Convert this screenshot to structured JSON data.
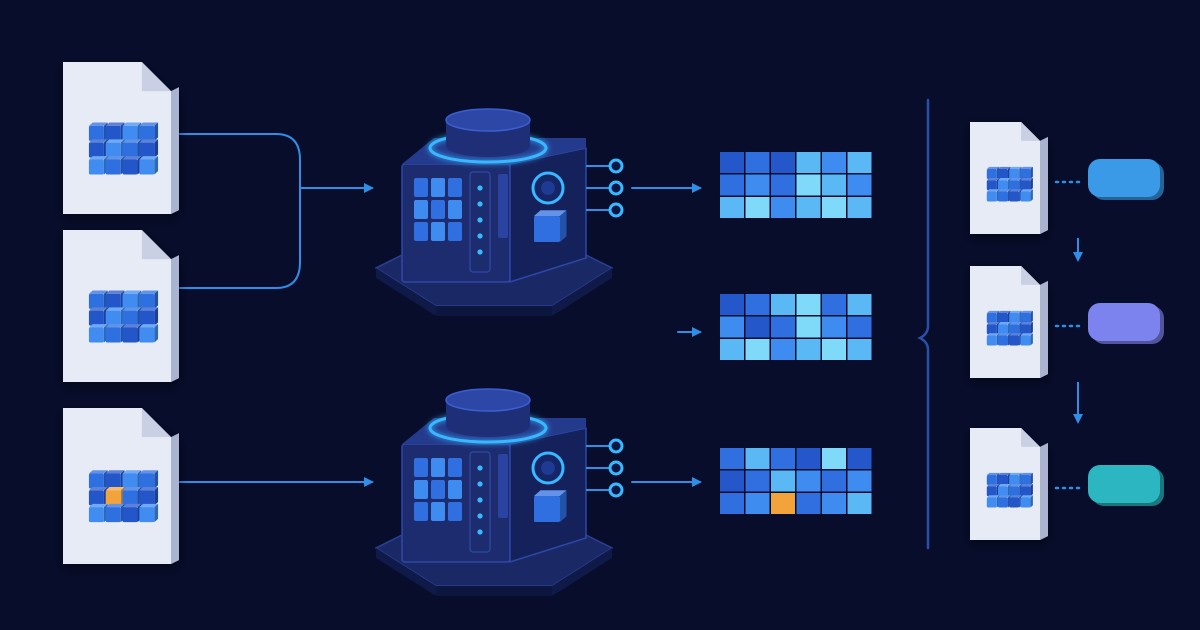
{
  "theme": {
    "background": "#070d2b",
    "connector": "#2f8fe6",
    "doc_face": "#e7ebf6",
    "doc_side": "#aab3cf",
    "doc_fold": "#c9d0e4",
    "server_top": "#243b8d",
    "server_front": "#1c2c6e",
    "server_side": "#15215a",
    "server_base": "#1a2866",
    "glow": "#37b8ff",
    "cell_palette": [
      "#2457c9",
      "#2f6fe0",
      "#3f8cf0",
      "#5ab8f5",
      "#7fd9f9"
    ],
    "highlight": "#f2a33a",
    "brace": "#2a4fa8",
    "pill_colors": [
      "#3a9ae8",
      "#7d83ee",
      "#2bb6c2"
    ]
  },
  "diagram": {
    "source_docs": [
      {
        "grid_icon": "grid-icon",
        "highlighted_cell": null
      },
      {
        "grid_icon": "grid-icon",
        "highlighted_cell": null
      },
      {
        "grid_icon": "grid-icon",
        "highlighted_cell": 5
      }
    ],
    "servers": [
      {
        "icon": "server-icon",
        "output_ports": 3
      },
      {
        "icon": "server-icon",
        "output_ports": 3
      }
    ],
    "output_grids": [
      {
        "cells": [
          0,
          1,
          0,
          3,
          2,
          3,
          1,
          2,
          1,
          4,
          3,
          2,
          3,
          4,
          2,
          3,
          4,
          3
        ]
      },
      {
        "cells": [
          0,
          1,
          3,
          4,
          1,
          3,
          2,
          0,
          1,
          4,
          2,
          1,
          3,
          4,
          2,
          3,
          4,
          3
        ]
      },
      {
        "cells": [
          1,
          3,
          1,
          0,
          4,
          0,
          0,
          1,
          3,
          2,
          1,
          2,
          1,
          2,
          5,
          1,
          2,
          3
        ]
      }
    ],
    "result_items": [
      {
        "icon": "document-icon",
        "tag_color_index": 0
      },
      {
        "icon": "document-icon",
        "tag_color_index": 1
      },
      {
        "icon": "document-icon",
        "tag_color_index": 2
      }
    ]
  }
}
